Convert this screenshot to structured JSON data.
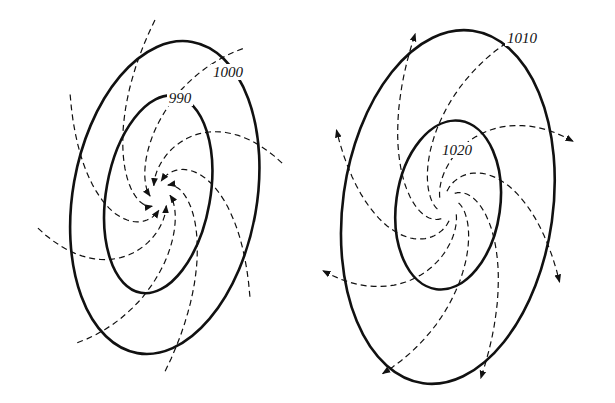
{
  "diagram": {
    "labels": [
      "1000",
      "990",
      "1010",
      "1020"
    ]
  }
}
